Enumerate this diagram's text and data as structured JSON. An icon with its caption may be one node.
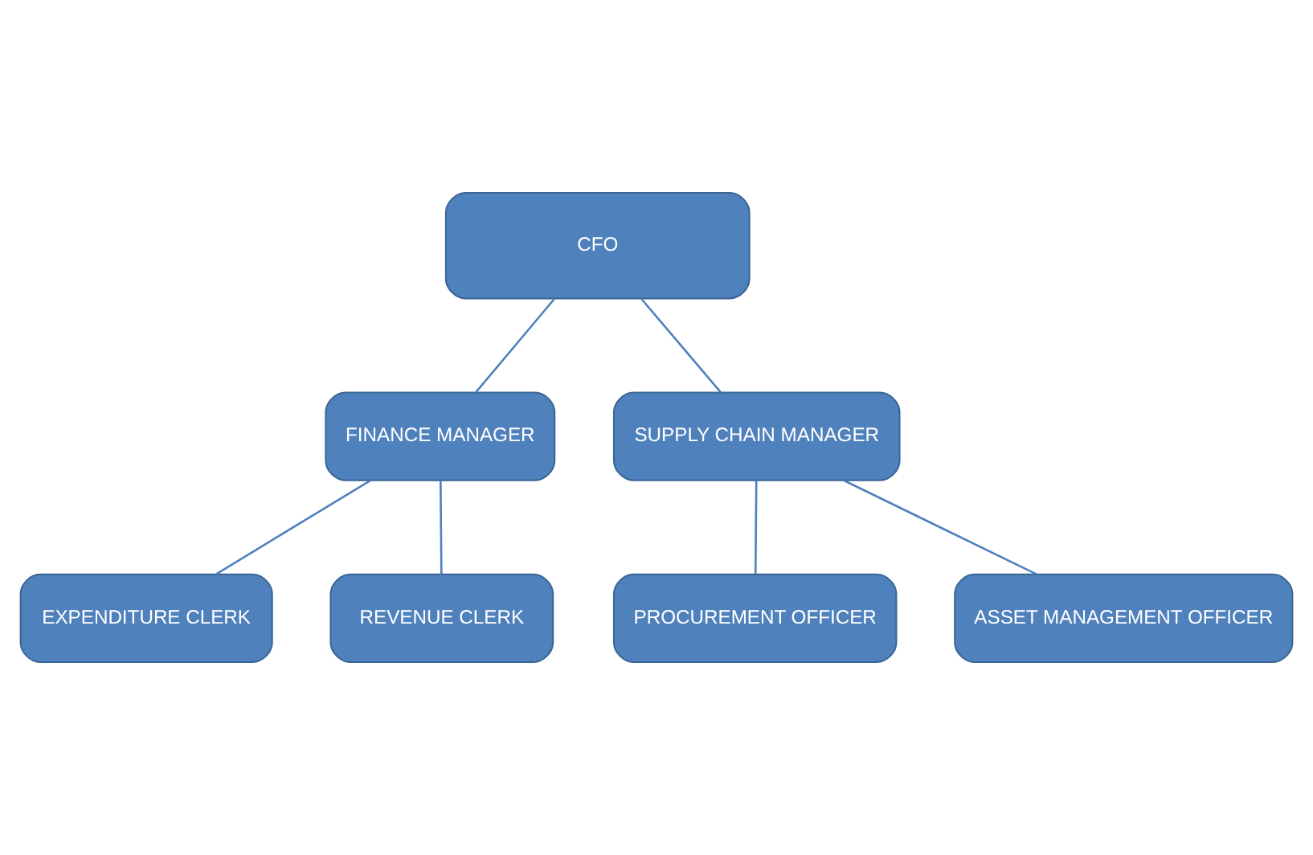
{
  "diagram": {
    "nodes": [
      {
        "text": [
          "CFO"
        ]
      },
      {
        "text": [
          "FINANCE MANAGER"
        ]
      },
      {
        "text": [
          "SUPPLY CHAIN MANAGER"
        ]
      },
      {
        "text": [
          "EXPENDITURE CLERK"
        ]
      },
      {
        "text": [
          "REVENUE CLERK"
        ]
      },
      {
        "text": [
          "PROCUREMENT OFFICER"
        ]
      },
      {
        "text": [
          "ASSET MANAGEMENT OFFICER"
        ]
      }
    ],
    "edges": [
      {
        "from": 0,
        "to": 1,
        "arrow": "none"
      },
      {
        "from": 0,
        "to": 2,
        "arrow": "none"
      },
      {
        "from": 1,
        "to": 3,
        "arrow": "none"
      },
      {
        "from": 1,
        "to": 4,
        "arrow": "none"
      },
      {
        "from": 2,
        "to": 5,
        "arrow": "none"
      },
      {
        "from": 2,
        "to": 6,
        "arrow": "none"
      }
    ]
  }
}
